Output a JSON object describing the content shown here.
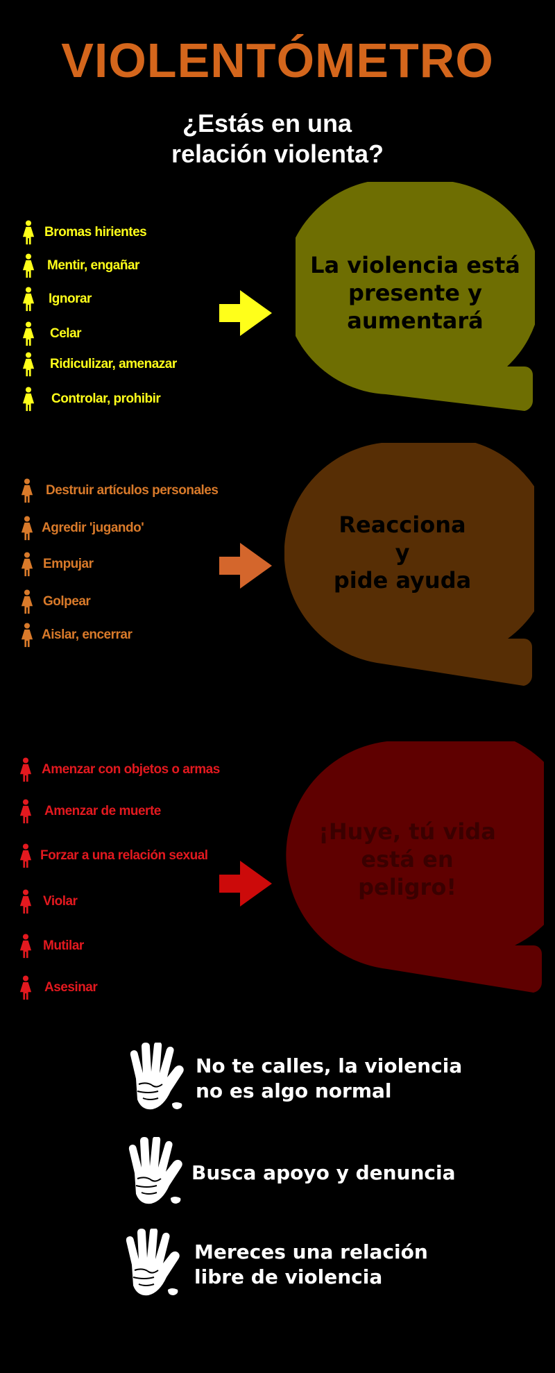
{
  "title": "VIOLENTÓMETRO",
  "subtitle": [
    "¿Estás en una",
    "relación violenta?"
  ],
  "colors": {
    "title": "#d4661c",
    "level1_text": "#ffff1a",
    "level1_bubble": "#6e6e02",
    "level1_bubble_text": "#000000",
    "level2_text": "#d97a2a",
    "level2_arrow": "#d4662c",
    "level2_bubble": "#572e05",
    "level2_bubble_text": "#000000",
    "level3_text": "#e3191f",
    "level3_arrow": "#cc0a0a",
    "level3_bubble": "#5f0000",
    "level3_bubble_text": "#3a0000"
  },
  "levels": [
    {
      "items": [
        "Bromas hirientes",
        "Mentir, engañar",
        "Ignorar",
        "Celar",
        "Ridiculizar, amenazar",
        "Controlar, prohibir"
      ],
      "bubble_lines": [
        "La violencia está",
        "presente y",
        "aumentará"
      ]
    },
    {
      "items": [
        "Destruir artículos personales",
        "Agredir 'jugando'",
        "Empujar",
        "Golpear",
        "Aislar, encerrar"
      ],
      "bubble_lines": [
        "Reacciona",
        "y",
        "pide ayuda"
      ]
    },
    {
      "items": [
        "Amenzar con objetos o armas",
        "Amenzar de muerte",
        "Forzar a una relación sexual",
        "Violar",
        "Mutilar",
        "Asesinar"
      ],
      "bubble_lines": [
        "¡Huye, tú vida",
        "está en",
        "peligro!"
      ]
    }
  ],
  "messages": [
    [
      "No te calles, la violencia",
      "no es algo normal"
    ],
    [
      "Busca apoyo y denuncia"
    ],
    [
      "Mereces una relación",
      "libre de violencia"
    ]
  ],
  "icons": {
    "person": "woman-icon",
    "arrow": "arrow-right-icon",
    "hand": "hand-stop-icon"
  }
}
